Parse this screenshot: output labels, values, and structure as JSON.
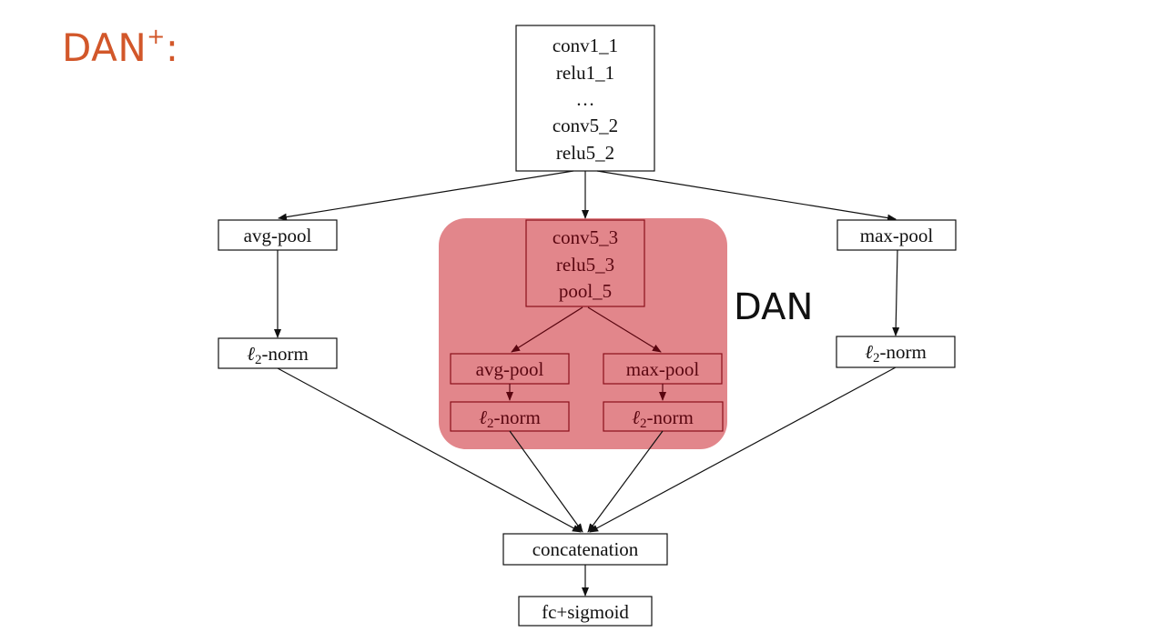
{
  "slide": {
    "title_main": "DAN",
    "title_sup": "+",
    "title_suffix": ":"
  },
  "diagram": {
    "backbone": {
      "lines": [
        "conv1_1",
        "relu1_1",
        "…",
        "conv5_2",
        "relu5_2"
      ]
    },
    "left_branch": {
      "pool": "avg-pool",
      "norm_sym": "ℓ",
      "norm_sub": "2",
      "norm_suffix": "-norm"
    },
    "right_branch": {
      "pool": "max-pool",
      "norm_sym": "ℓ",
      "norm_sub": "2",
      "norm_suffix": "-norm"
    },
    "dan_group": {
      "label": "DAN",
      "fill_color": "#e07f85",
      "stroke_color": "#8a0f1a",
      "conv_block": {
        "lines": [
          "conv5_3",
          "relu5_3",
          "pool_5"
        ]
      },
      "inner_left": {
        "pool": "avg-pool",
        "norm_sym": "ℓ",
        "norm_sub": "2",
        "norm_suffix": "-norm"
      },
      "inner_right": {
        "pool": "max-pool",
        "norm_sym": "ℓ",
        "norm_sub": "2",
        "norm_suffix": "-norm"
      }
    },
    "concat": "concatenation",
    "output": "fc+sigmoid"
  }
}
